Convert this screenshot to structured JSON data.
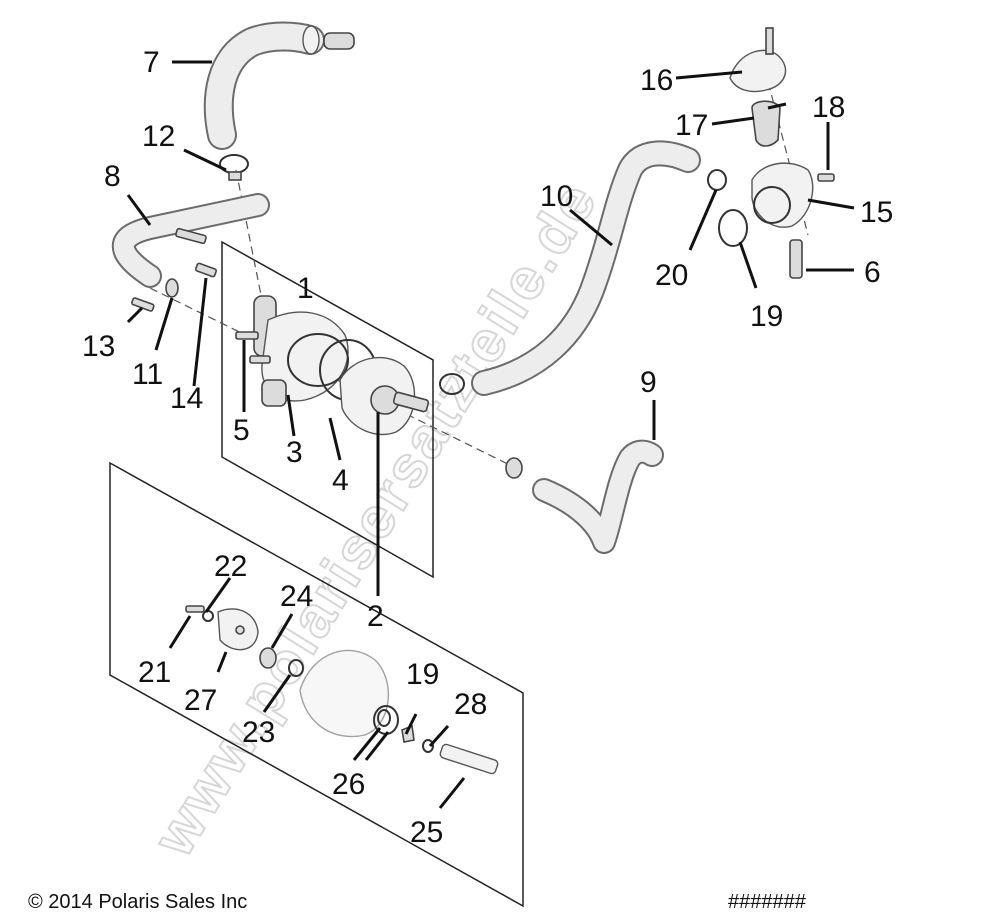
{
  "callouts": {
    "c1": "1",
    "c2": "2",
    "c3": "3",
    "c4": "4",
    "c5": "5",
    "c6": "6",
    "c7": "7",
    "c8": "8",
    "c9": "9",
    "c10": "10",
    "c11": "11",
    "c12": "12",
    "c13": "13",
    "c14": "14",
    "c15": "15",
    "c16": "16",
    "c17": "17",
    "c18": "18",
    "c19a": "19",
    "c19b": "19",
    "c20": "20",
    "c21": "21",
    "c22": "22",
    "c23": "23",
    "c24": "24",
    "c25": "25",
    "c26": "26",
    "c27": "27",
    "c28": "28"
  },
  "watermark": "www.polarisersatzteile.de",
  "footer": {
    "copyright": "© 2014 Polaris Sales Inc",
    "drawing_number": "#######"
  }
}
